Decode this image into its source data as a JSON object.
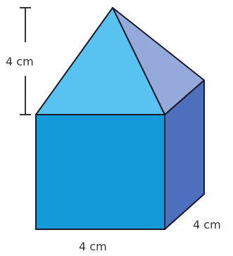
{
  "figure": {
    "labels": {
      "pyramid_height": "4 cm",
      "base_front_width": "4 cm",
      "base_depth": "4 cm"
    },
    "colors": {
      "cube_front": "#149ad8",
      "cube_side": "#4e6fbe",
      "pyramid_front": "#58c3f0",
      "pyramid_side": "#95a9da",
      "edges": "#1b1b2a",
      "height_marker": "#333333"
    }
  }
}
